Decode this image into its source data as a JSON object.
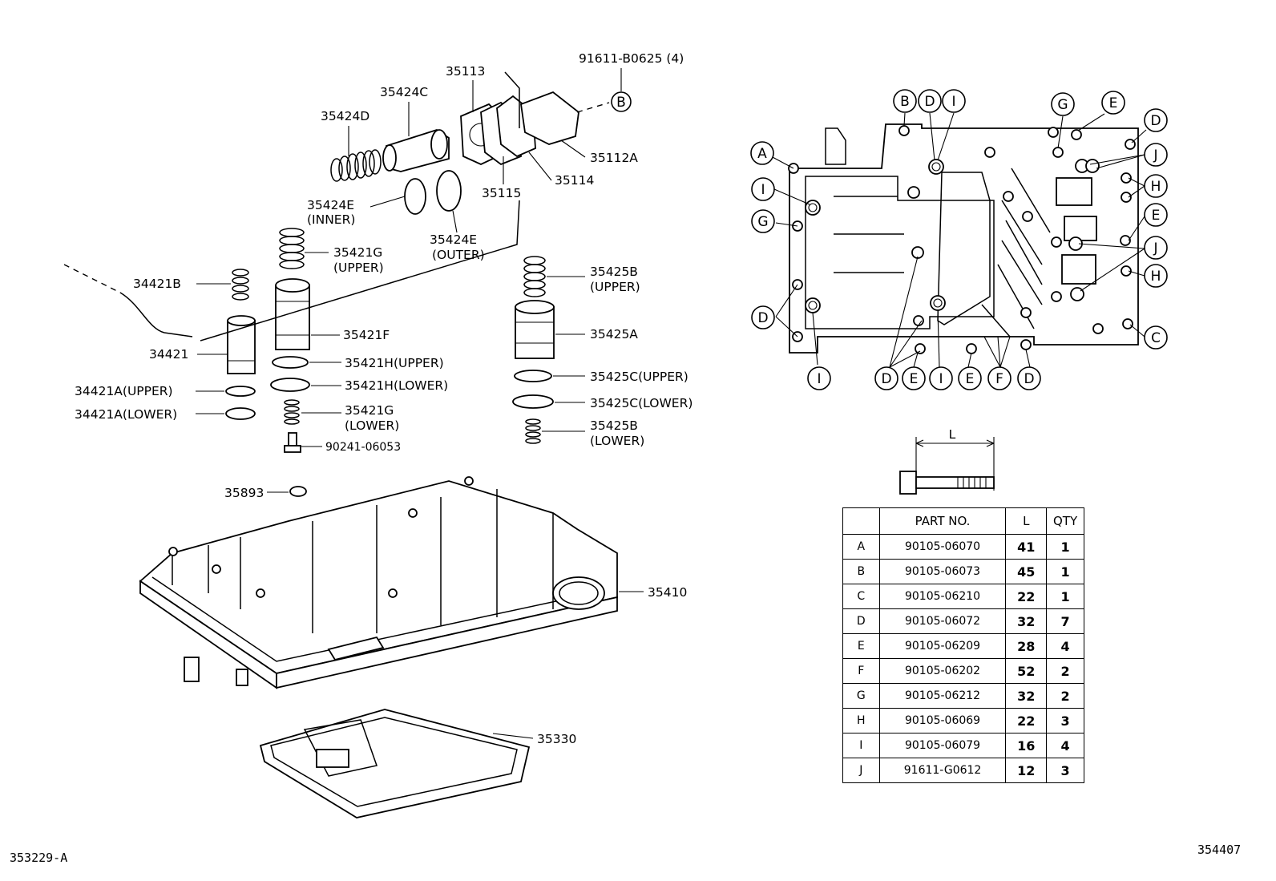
{
  "labels": {
    "p91611": "91611-B0625 (4)",
    "p35113": "35113",
    "p35424C": "35424C",
    "p35424D": "35424D",
    "p35112A": "35112A",
    "p35114": "35114",
    "p35115": "35115",
    "p35424E_in": "35424E",
    "p35424E_in_q": "(INNER)",
    "p35424E_out": "35424E",
    "p35424E_out_q": "(OUTER)",
    "p35421G_up": "35421G",
    "p35421G_up_q": "(UPPER)",
    "p34421B": "34421B",
    "p35425B_up": "35425B",
    "p35425B_up_q": "(UPPER)",
    "p35421F": "35421F",
    "p35425A": "35425A",
    "p34421": "34421",
    "p35421H_up": "35421H(UPPER)",
    "p35421H_lo": "35421H(LOWER)",
    "p35425C_up": "35425C(UPPER)",
    "p35425C_lo": "35425C(LOWER)",
    "p34421A_up": "34421A(UPPER)",
    "p34421A_lo": "34421A(LOWER)",
    "p35421G_lo": "35421G",
    "p35421G_lo_q": "(LOWER)",
    "p35425B_lo": "35425B",
    "p35425B_lo_q": "(LOWER)",
    "p90241": "90241-06053",
    "p35893": "35893",
    "p35410": "35410",
    "p35330": "35330",
    "length_label": "L"
  },
  "callouts": {
    "b_link": "B",
    "top_b": "B",
    "top_d": "D",
    "top_i": "I",
    "top_g": "G",
    "top_e": "E",
    "top_d2": "D",
    "left_a": "A",
    "left_i": "I",
    "left_g": "G",
    "left_d": "D",
    "right_j1": "J",
    "right_h1": "H",
    "right_e": "E",
    "right_j2": "J",
    "right_h2": "H",
    "right_c": "C",
    "bot_i1": "I",
    "bot_d1": "D",
    "bot_e1": "E",
    "bot_i2": "I",
    "bot_e2": "E",
    "bot_f": "F",
    "bot_d2": "D"
  },
  "table": {
    "headers": [
      "",
      "PART NO.",
      "L",
      "QTY"
    ],
    "rows": [
      [
        "A",
        "90105-06070",
        "41",
        "1"
      ],
      [
        "B",
        "90105-06073",
        "45",
        "1"
      ],
      [
        "C",
        "90105-06210",
        "22",
        "1"
      ],
      [
        "D",
        "90105-06072",
        "32",
        "7"
      ],
      [
        "E",
        "90105-06209",
        "28",
        "4"
      ],
      [
        "F",
        "90105-06202",
        "52",
        "2"
      ],
      [
        "G",
        "90105-06212",
        "32",
        "2"
      ],
      [
        "H",
        "90105-06069",
        "22",
        "3"
      ],
      [
        "I",
        "90105-06079",
        "16",
        "4"
      ],
      [
        "J",
        "91611-G0612",
        "12",
        "3"
      ]
    ]
  },
  "footer": {
    "left_code": "353229-A",
    "right_code": "354407"
  }
}
